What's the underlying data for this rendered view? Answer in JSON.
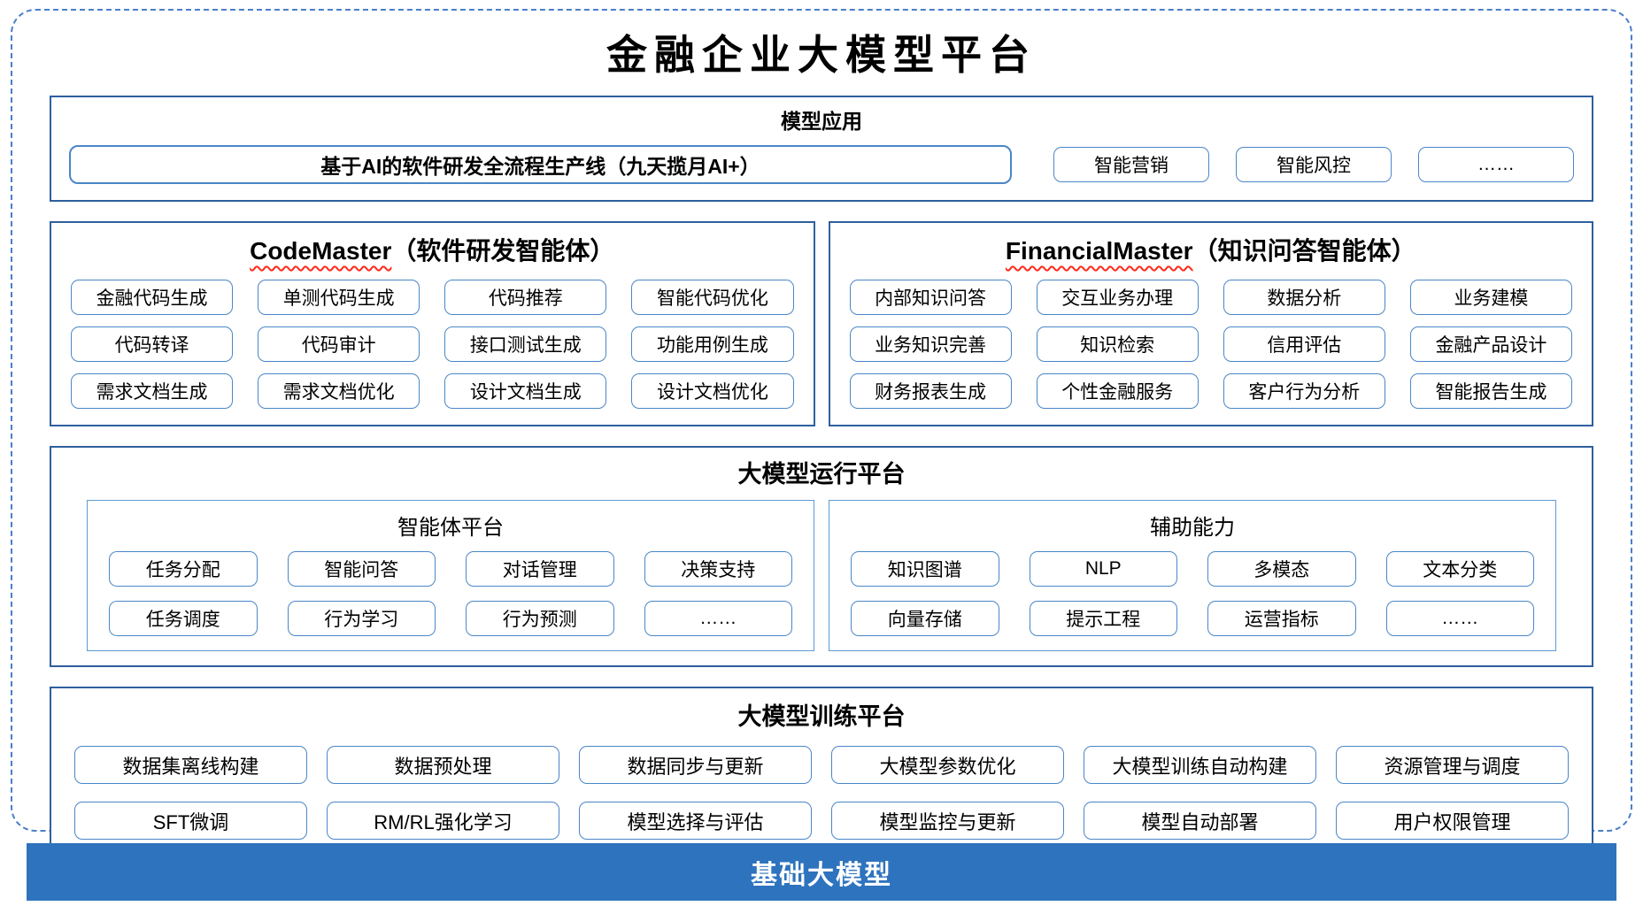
{
  "page_title": "金融企业大模型平台",
  "colors": {
    "outer_dashed_border": "#4a7ec9",
    "section_border": "#2e5f9e",
    "chip_border": "#4a86c8",
    "sub_box_border": "#5b9bd5",
    "base_bar_background": "#2e73be",
    "base_bar_text": "#ffffff",
    "spellcheck_wavy_underline": "#ff2a1a"
  },
  "model_app": {
    "header": "模型应用",
    "main_pipeline": "基于AI的软件研发全流程生产线（九天揽月AI+）",
    "apps": [
      "智能营销",
      "智能风控",
      "……"
    ]
  },
  "agents": {
    "codemaster": {
      "name_en": "CodeMaster",
      "name_zh": "（软件研发智能体）",
      "capabilities": [
        "金融代码生成",
        "单测代码生成",
        "代码推荐",
        "智能代码优化",
        "代码转译",
        "代码审计",
        "接口测试生成",
        "功能用例生成",
        "需求文档生成",
        "需求文档优化",
        "设计文档生成",
        "设计文档优化"
      ]
    },
    "financialmaster": {
      "name_en": "FinancialMaster",
      "name_zh": "（知识问答智能体）",
      "capabilities": [
        "内部知识问答",
        "交互业务办理",
        "数据分析",
        "业务建模",
        "业务知识完善",
        "知识检索",
        "信用评估",
        "金融产品设计",
        "财务报表生成",
        "个性金融服务",
        "客户行为分析",
        "智能报告生成"
      ]
    }
  },
  "runtime": {
    "header": "大模型运行平台",
    "agent_platform": {
      "title": "智能体平台",
      "capabilities": [
        "任务分配",
        "智能问答",
        "对话管理",
        "决策支持",
        "任务调度",
        "行为学习",
        "行为预测",
        "……"
      ]
    },
    "aux_capabilities": {
      "title": "辅助能力",
      "capabilities": [
        "知识图谱",
        "NLP",
        "多模态",
        "文本分类",
        "向量存储",
        "提示工程",
        "运营指标",
        "……"
      ]
    }
  },
  "training": {
    "header": "大模型训练平台",
    "capabilities": [
      "数据集离线构建",
      "数据预处理",
      "数据同步与更新",
      "大模型参数优化",
      "大模型训练自动构建",
      "资源管理与调度",
      "SFT微调",
      "RM/RL强化学习",
      "模型选择与评估",
      "模型监控与更新",
      "模型自动部署",
      "用户权限管理"
    ]
  },
  "base_model_bar": {
    "label": "基础大模型"
  }
}
